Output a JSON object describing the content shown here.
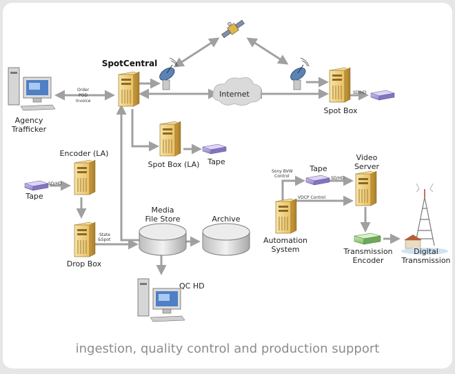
{
  "title": "SpotCentral",
  "caption": "ingestion, quality control and production support",
  "labels": {
    "agency": "Agency",
    "trafficker": "Trafficker",
    "order": "Order",
    "pod": "POD",
    "invoice": "Invoice",
    "internet": "Internet",
    "spot_box": "Spot Box",
    "sdhd": "SD/HD",
    "spot_box_la": "Spot Box (LA)",
    "tape": "Tape",
    "encoder_la": "Encoder (LA)",
    "media": "Media",
    "file_store": "File Store",
    "archive": "Archive",
    "drop_box": "Drop Box",
    "state": "State",
    "spot": "&Spot",
    "qc_hd": "QC HD",
    "sony_bvw": "Sony BVW",
    "control": "Control",
    "vdcp_control": "VDCP Control",
    "video": "Video",
    "server": "Server",
    "automation": "Automation",
    "system": "System",
    "transmission": "Transmission",
    "encoder": "Encoder",
    "digital": "Digital"
  },
  "colors": {
    "server": "#f2d488",
    "tape": "#a99ad6",
    "cloud": "#d8d8d8",
    "arrow": "#a0a0a0",
    "caption": "#8c8c8c",
    "encoder": "#9acc84"
  },
  "icons": {
    "satellite": "satellite-icon",
    "dish": "satellite-dish-icon",
    "pc": "workstation-icon",
    "tower": "transmission-tower-icon"
  }
}
